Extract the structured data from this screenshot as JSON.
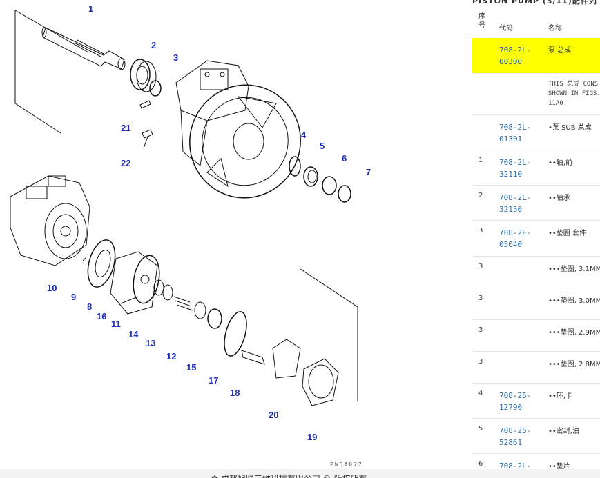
{
  "diagram": {
    "callouts": [
      "1",
      "2",
      "3",
      "4",
      "5",
      "6",
      "7",
      "8",
      "9",
      "10",
      "11",
      "12",
      "13",
      "14",
      "15",
      "16",
      "17",
      "18",
      "19",
      "20",
      "21",
      "22"
    ],
    "drawing_code": "PW5A027"
  },
  "panel": {
    "title": "PISTON PUMP (3/11)配件列",
    "headers": {
      "no": "序号",
      "code": "代码",
      "name": "名称"
    },
    "rows": [
      {
        "no": "",
        "code": "708-2L-00300",
        "name": "泵 总成",
        "highlight": true
      },
      {
        "no": "",
        "code": "",
        "name": "",
        "note": "THIS 总成 CONS\nSHOWN IN FIGS.\n11A0."
      },
      {
        "no": "",
        "code": "708-2L-01301",
        "name": "•泵 SUB 总成"
      },
      {
        "no": "1",
        "code": "708-2L-32110",
        "name": "••轴,前"
      },
      {
        "no": "2",
        "code": "708-2L-32150",
        "name": "••轴承"
      },
      {
        "no": "3",
        "code": "708-2E-05040",
        "name": "••垫圈 套件"
      },
      {
        "no": "3",
        "code": "",
        "name": "•••垫圈, 3.1MM"
      },
      {
        "no": "3",
        "code": "",
        "name": "•••垫圈, 3.0MM"
      },
      {
        "no": "3",
        "code": "",
        "name": "•••垫圈, 2.9MM"
      },
      {
        "no": "3",
        "code": "",
        "name": "•••垫圈, 2.8MM"
      },
      {
        "no": "4",
        "code": "708-25-12790",
        "name": "••环,卡"
      },
      {
        "no": "5",
        "code": "708-25-52861",
        "name": "••密封,油"
      },
      {
        "no": "6",
        "code": "708-2L-",
        "name": "••垫片"
      }
    ]
  },
  "footer": {
    "text": "✿ 成都旭联三维科技有限公司 © 版权所有"
  },
  "colors": {
    "highlight": "#ffff00",
    "callout": "#1f2fb8",
    "code_link": "#2b6ca8"
  }
}
